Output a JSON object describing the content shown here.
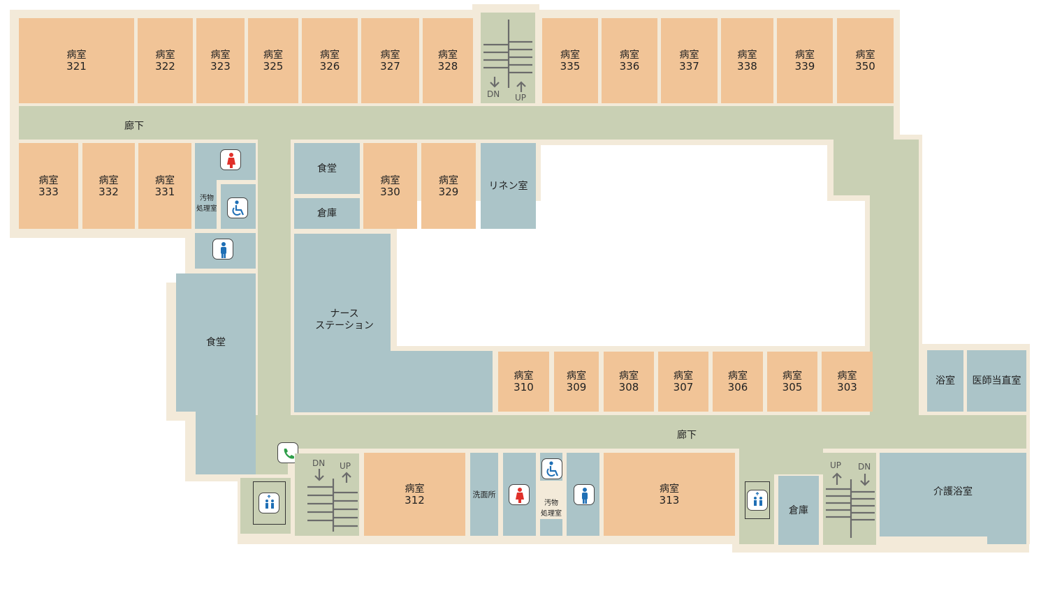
{
  "map": {
    "corridor_labels": [
      "廊下",
      "廊下"
    ],
    "room_label": "病室",
    "rooms_top": [
      "321",
      "322",
      "323",
      "325",
      "326",
      "327",
      "328",
      "335",
      "336",
      "337",
      "338",
      "339",
      "350"
    ],
    "rooms_left": [
      "333",
      "332",
      "331"
    ],
    "rooms_mid": [
      "330",
      "329"
    ],
    "rooms_bottom_right": [
      "310",
      "309",
      "308",
      "307",
      "306",
      "305",
      "303"
    ],
    "rooms_bottom": [
      "312",
      "313"
    ],
    "facilities": {
      "dining": "食堂",
      "storage": "倉庫",
      "linen": "リネン室",
      "nurse_line1": "ナース",
      "nurse_line2": "ステーション",
      "dining2": "食堂",
      "bath": "浴室",
      "doctor": "医師当直室",
      "washroom": "洗面所",
      "storage2": "倉庫",
      "care_bath": "介護浴室"
    },
    "soiled_line1": "汚物",
    "soiled_line2": "処理室",
    "stairs": {
      "down": "DN",
      "up": "UP"
    },
    "colors": {
      "room": "#f1c497",
      "facility": "#abc4c8",
      "corridor": "#c9d0b4",
      "wall": "#f3ead9",
      "female": "#e0302a",
      "male": "#1f6fb5",
      "accessible": "#1f6fb5",
      "phone": "#2e9e4a"
    }
  }
}
